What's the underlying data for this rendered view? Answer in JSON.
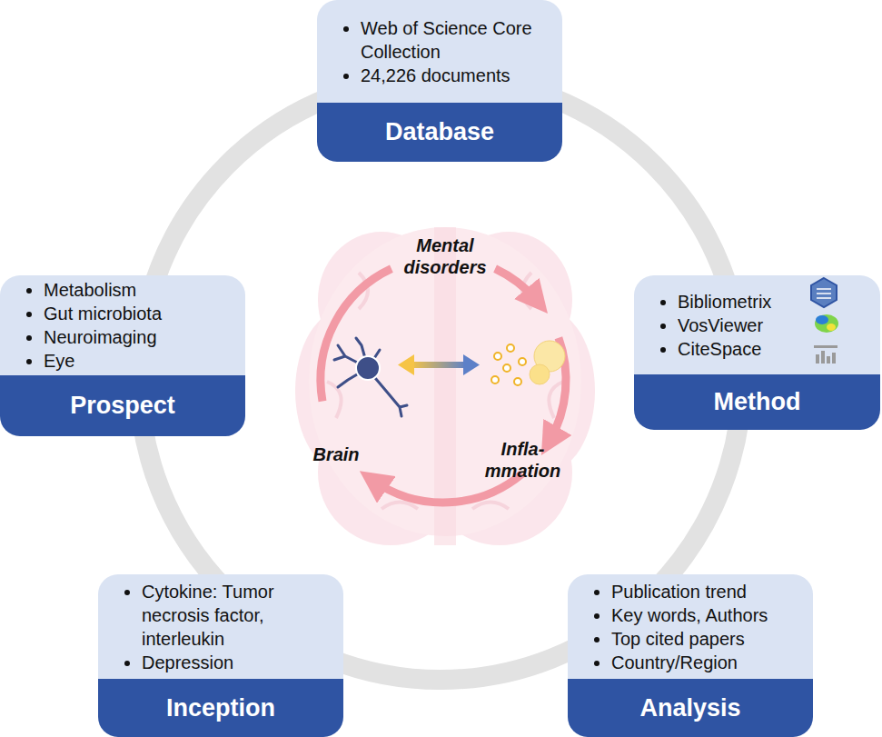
{
  "diagram": {
    "nodes": [
      {
        "text": [
          "Web of Science Core Collection",
          "24,226 documents",
          "Database"
        ]
      },
      {
        "text": [
          "Bibliometrix",
          "VosViewer",
          "CiteSpace",
          "Method"
        ]
      },
      {
        "text": [
          "Publication trend",
          "Key words, Authors",
          "Top cited papers",
          "Country/Region",
          "Analysis"
        ]
      },
      {
        "text": [
          "Cytokine: Tumor necrosis factor, interleukin",
          "Depression",
          "Inception"
        ]
      },
      {
        "text": [
          "Metabolism",
          "Gut microbiota",
          "Neuroimaging",
          "Eye",
          "Prospect"
        ]
      }
    ],
    "labels": [
      "Mental disorders",
      "Brain",
      "Infla- mmation"
    ]
  }
}
